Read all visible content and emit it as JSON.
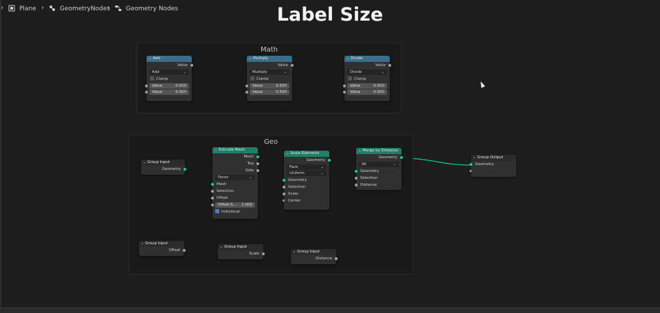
{
  "breadcrumbs": [
    "Plane",
    "GeometryNodes",
    "Geometry Nodes"
  ],
  "title": "Label Size",
  "frames": {
    "math": "Math",
    "geo": "Geo"
  },
  "math_nodes": {
    "add": {
      "title": "Add",
      "output": "Value",
      "op": "Add",
      "clamp": "Clamp",
      "v1_label": "Value",
      "v1": "0.500",
      "v2_label": "Value",
      "v2": "0.500"
    },
    "multiply": {
      "title": "Multiply",
      "output": "Value",
      "op": "Multiply",
      "clamp": "Clamp",
      "v1_label": "Value",
      "v1": "0.500",
      "v2_label": "Value",
      "v2": "0.500"
    },
    "divide": {
      "title": "Divide",
      "output": "Value",
      "op": "Divide",
      "clamp": "Clamp",
      "v1_label": "Value",
      "v1": "0.500",
      "v2_label": "Value",
      "v2": "0.500"
    }
  },
  "geo_nodes": {
    "group_input_geo": {
      "title": "Group Input",
      "output": "Geometry"
    },
    "extrude": {
      "title": "Extrude Mesh",
      "outputs": [
        "Mesh",
        "Top",
        "Side"
      ],
      "mode": "Faces",
      "inputs": [
        "Mesh",
        "Selection",
        "Offset"
      ],
      "offset_scale_label": "Offset S...",
      "offset_scale": "1.000",
      "individual": "Individual"
    },
    "scale": {
      "title": "Scale Elements",
      "output": "Geometry",
      "domain": "Face",
      "scale_mode": "Uniform",
      "inputs": [
        "Geometry",
        "Selection",
        "Scale",
        "Center"
      ]
    },
    "merge": {
      "title": "Merge by Distance",
      "output": "Geometry",
      "mode": "All",
      "inputs": [
        "Geometry",
        "Selection",
        "Distance"
      ]
    },
    "group_output": {
      "title": "Group Output",
      "input": "Geometry"
    },
    "group_input_offset": {
      "title": "Group Input",
      "output": "Offset"
    },
    "group_input_scale": {
      "title": "Group Input",
      "output": "Scale"
    },
    "group_input_distance": {
      "title": "Group Input",
      "output": "Distance"
    }
  },
  "colors": {
    "geometry_link": "#00d6a3",
    "float_link": "#a1a1a1",
    "math_header": "#3b6d8c",
    "geo_header": "#1f7d68"
  },
  "icons": [
    "object-icon",
    "modifier-icon",
    "node-tree-icon",
    "chevron-right-icon",
    "cursor-icon"
  ]
}
